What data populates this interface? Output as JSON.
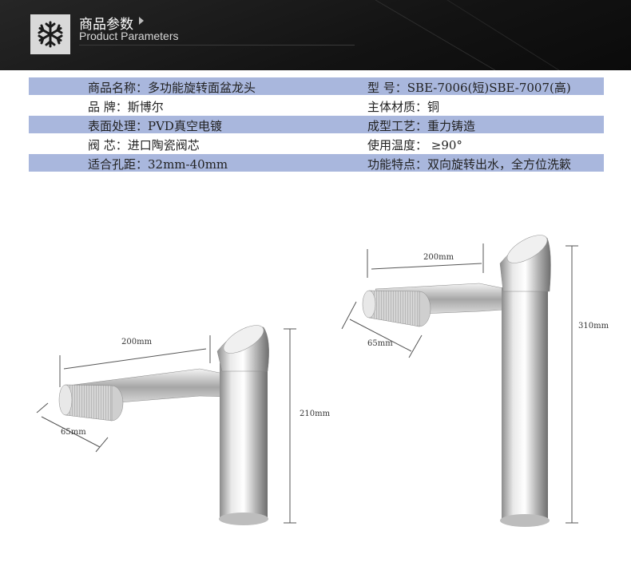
{
  "header": {
    "title_cn": "商品参数",
    "title_en": "Product Parameters"
  },
  "params": [
    {
      "left": "商品名称：多功能旋转面盆龙头",
      "right": "型      号：SBE-7006(短)SBE-7007(高)"
    },
    {
      "left": "品          牌：斯博尔",
      "right": "主体材质：铜"
    },
    {
      "left": "表面处理：PVD真空电镀",
      "right": "成型工艺：重力铸造"
    },
    {
      "left": "阀          芯：进口陶瓷阀芯",
      "right": "使用温度：  ≥90°"
    },
    {
      "left": "适合孔距：32mm-40mm",
      "right": "功能特点：双向旋转出水，全方位洗簌"
    }
  ],
  "dimensions": {
    "short": {
      "length": "200mm",
      "handle": "65mm",
      "height": "210mm"
    },
    "tall": {
      "length": "200mm",
      "handle": "65mm",
      "height": "310mm"
    }
  },
  "colors": {
    "row_shade": "#a9b7dd",
    "header_bg": "#1a1a1a"
  }
}
